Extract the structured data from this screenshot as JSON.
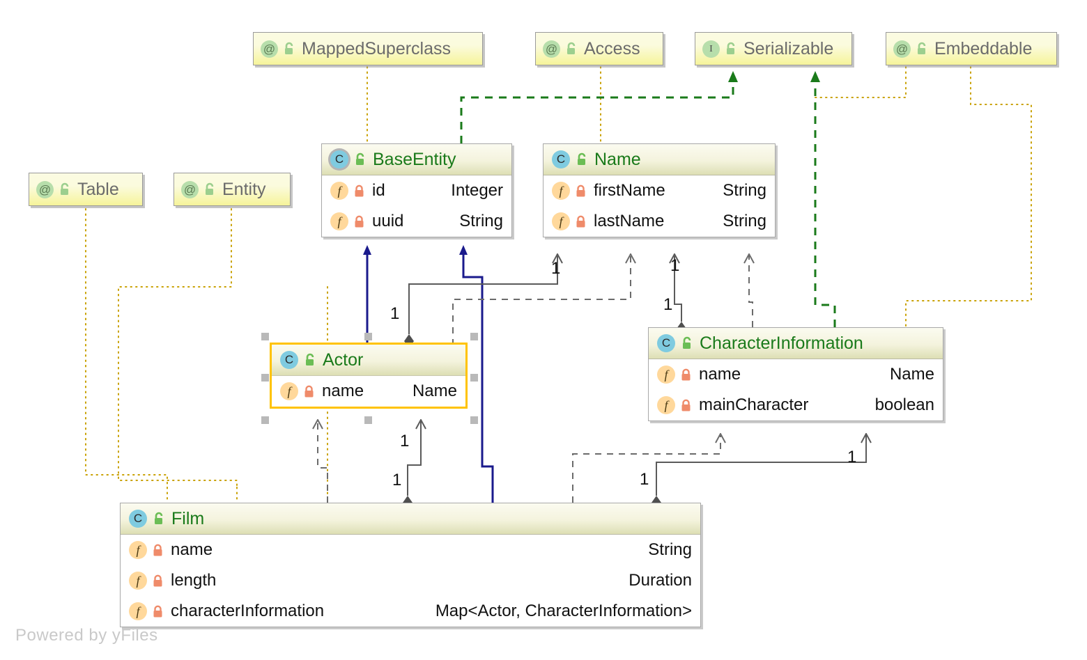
{
  "diagram": {
    "title": "UML Class Diagram",
    "watermark": "Powered by yFiles",
    "colors": {
      "class_name": "#1a7a1a",
      "annotation_text": "#6b6b6b",
      "generalization": "#1a1a8c",
      "realization": "#1a7a1a",
      "association": "#5a5a5a",
      "annotation_link": "#c8a000",
      "selection": "#ffc300"
    }
  },
  "annotations": [
    {
      "id": "table",
      "icon": "annotation-at-icon",
      "lock": "unlock-icon",
      "label": "Table"
    },
    {
      "id": "entity",
      "icon": "annotation-at-icon",
      "lock": "unlock-icon",
      "label": "Entity"
    },
    {
      "id": "mappedsuperclass",
      "icon": "annotation-at-icon",
      "lock": "unlock-icon",
      "label": "MappedSuperclass"
    },
    {
      "id": "access",
      "icon": "annotation-at-icon",
      "lock": "unlock-icon",
      "label": "Access"
    },
    {
      "id": "serializable",
      "icon": "interface-i-icon",
      "lock": "unlock-icon",
      "label": "Serializable"
    },
    {
      "id": "embeddable",
      "icon": "annotation-at-icon",
      "lock": "unlock-icon",
      "label": "Embeddable"
    }
  ],
  "classes": [
    {
      "id": "baseentity",
      "name": "BaseEntity",
      "icon": "class-c-abstract-icon",
      "lock": "unlock-icon",
      "selected": false,
      "attributes": [
        {
          "icon": "field-f-icon",
          "lock": "lock-icon",
          "name": "id",
          "type": "Integer"
        },
        {
          "icon": "field-f-icon",
          "lock": "lock-icon",
          "name": "uuid",
          "type": "String"
        }
      ]
    },
    {
      "id": "name",
      "name": "Name",
      "icon": "class-c-icon",
      "lock": "unlock-icon",
      "selected": false,
      "attributes": [
        {
          "icon": "field-f-icon",
          "lock": "lock-icon",
          "name": "firstName",
          "type": "String"
        },
        {
          "icon": "field-f-icon",
          "lock": "lock-icon",
          "name": "lastName",
          "type": "String"
        }
      ]
    },
    {
      "id": "actor",
      "name": "Actor",
      "icon": "class-c-icon",
      "lock": "unlock-icon",
      "selected": true,
      "attributes": [
        {
          "icon": "field-f-icon",
          "lock": "lock-icon",
          "name": "name",
          "type": "Name"
        }
      ]
    },
    {
      "id": "characterinformation",
      "name": "CharacterInformation",
      "icon": "class-c-icon",
      "lock": "unlock-icon",
      "selected": false,
      "attributes": [
        {
          "icon": "field-f-icon",
          "lock": "lock-icon",
          "name": "name",
          "type": "Name"
        },
        {
          "icon": "field-f-icon",
          "lock": "lock-icon",
          "name": "mainCharacter",
          "type": "boolean"
        }
      ]
    },
    {
      "id": "film",
      "name": "Film",
      "icon": "class-c-icon",
      "lock": "unlock-icon",
      "selected": false,
      "attributes": [
        {
          "icon": "field-f-icon",
          "lock": "lock-icon",
          "name": "name",
          "type": "String"
        },
        {
          "icon": "field-f-icon",
          "lock": "lock-icon",
          "name": "length",
          "type": "Duration"
        },
        {
          "icon": "field-f-icon",
          "lock": "lock-icon",
          "name": "characterInformation",
          "type": "Map<Actor, CharacterInformation>"
        }
      ]
    }
  ],
  "multiplicities": [
    {
      "id": "m1",
      "label": "1"
    },
    {
      "id": "m2",
      "label": "1"
    },
    {
      "id": "m3",
      "label": "1"
    },
    {
      "id": "m4",
      "label": "1"
    },
    {
      "id": "m5",
      "label": "1"
    },
    {
      "id": "m6",
      "label": "1"
    },
    {
      "id": "m7",
      "label": "1"
    },
    {
      "id": "m8",
      "label": "1"
    }
  ],
  "edges": [
    {
      "from": "actor",
      "to": "baseentity",
      "kind": "generalization"
    },
    {
      "from": "film",
      "to": "baseentity",
      "kind": "generalization"
    },
    {
      "from": "name",
      "to": "serializable",
      "kind": "realization"
    },
    {
      "from": "characterinformation",
      "to": "serializable",
      "kind": "realization"
    },
    {
      "from": "actor",
      "to": "name",
      "kind": "aggregation"
    },
    {
      "from": "characterinformation",
      "to": "name",
      "kind": "aggregation"
    },
    {
      "from": "film",
      "to": "actor",
      "kind": "aggregation"
    },
    {
      "from": "film",
      "to": "characterinformation",
      "kind": "aggregation"
    },
    {
      "from": "actor",
      "to": "name",
      "kind": "dependency"
    },
    {
      "from": "film",
      "to": "actor",
      "kind": "dependency"
    },
    {
      "from": "film",
      "to": "characterinformation",
      "kind": "dependency"
    },
    {
      "from": "characterinformation",
      "to": "name",
      "kind": "dependency"
    },
    {
      "from": "baseentity",
      "to": "mappedsuperclass",
      "kind": "annotation-link"
    },
    {
      "from": "baseentity",
      "to": "access",
      "kind": "annotation-link"
    },
    {
      "from": "name",
      "to": "access",
      "kind": "annotation-link"
    },
    {
      "from": "name",
      "to": "embeddable",
      "kind": "annotation-link"
    },
    {
      "from": "actor",
      "to": "table",
      "kind": "annotation-link"
    },
    {
      "from": "actor",
      "to": "entity",
      "kind": "annotation-link"
    },
    {
      "from": "film",
      "to": "table",
      "kind": "annotation-link"
    },
    {
      "from": "film",
      "to": "entity",
      "kind": "annotation-link"
    },
    {
      "from": "characterinformation",
      "to": "embeddable",
      "kind": "annotation-link"
    }
  ]
}
